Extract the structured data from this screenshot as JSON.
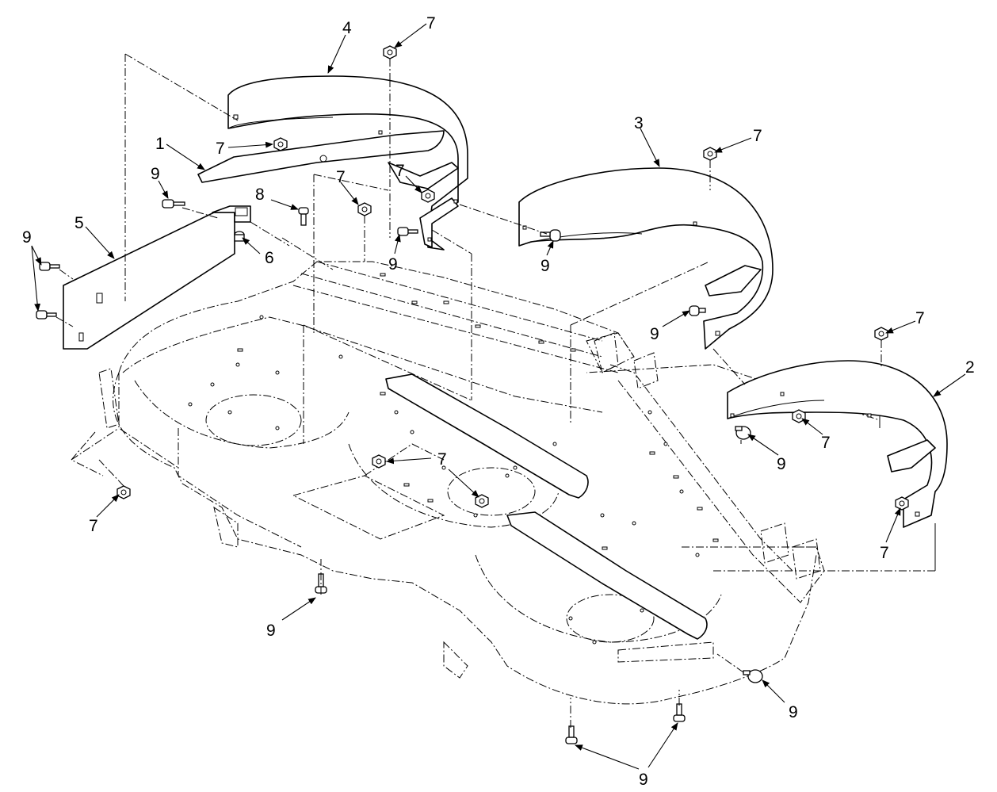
{
  "callouts": {
    "c1": "1",
    "c2": "2",
    "c3": "3",
    "c4": "4",
    "c5": "5",
    "c6": "6",
    "c7a": "7",
    "c7b": "7",
    "c7c": "7",
    "c7d": "7",
    "c7e": "7",
    "c7f": "7",
    "c7g": "7",
    "c7h": "7",
    "c7i": "7",
    "c7j": "7",
    "c8": "8",
    "c9a": "9",
    "c9b": "9",
    "c9c": "9",
    "c9d": "9",
    "c9e": "9",
    "c9f": "9",
    "c9g": "9",
    "c9h": "9",
    "c9i": "9"
  }
}
